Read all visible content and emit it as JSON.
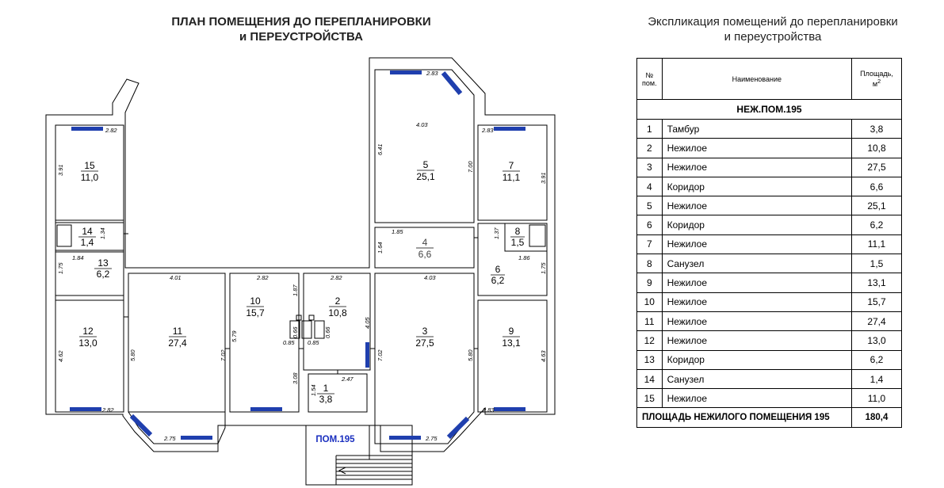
{
  "plan": {
    "title_line1": "ПЛАН ПОМЕЩЕНИЯ ДО ПЕРЕПЛАНИРОВКИ",
    "title_line2": "и ПЕРЕУСТРОЙСТВА",
    "entrance_label": "ПОМ.195",
    "rooms": [
      {
        "id": "15",
        "area": "11,0"
      },
      {
        "id": "14",
        "area": "1,4"
      },
      {
        "id": "13",
        "area": "6,2"
      },
      {
        "id": "12",
        "area": "13,0"
      },
      {
        "id": "11",
        "area": "27,4"
      },
      {
        "id": "10",
        "area": "15,7"
      },
      {
        "id": "2",
        "area": "10,8"
      },
      {
        "id": "1",
        "area": "3,8"
      },
      {
        "id": "5",
        "area": "25,1"
      },
      {
        "id": "4",
        "area": "6,6"
      },
      {
        "id": "3",
        "area": "27,5"
      },
      {
        "id": "7",
        "area": "11,1"
      },
      {
        "id": "8",
        "area": "1,5"
      },
      {
        "id": "6",
        "area": "6,2"
      },
      {
        "id": "9",
        "area": "13,1"
      }
    ],
    "dimensions": [
      "2.82",
      "3.91",
      "1.34",
      "1.84",
      "1.75",
      "4.62",
      "2.82",
      "4.01",
      "5.80",
      "7.02",
      "2.75",
      "2.82",
      "5.79",
      "1.87",
      "0.66",
      "0.85",
      "3.08",
      "2.82",
      "0.66",
      "0.85",
      "4.05",
      "2.47",
      "1.54",
      "2.83",
      "4.03",
      "6.41",
      "7.00",
      "1.85",
      "1.64",
      "4.03",
      "7.02",
      "5.80",
      "2.75",
      "2.83",
      "3.91",
      "1.37",
      "1.86",
      "1.75",
      "2.83",
      "4.63"
    ]
  },
  "explication": {
    "title_line1": "Экспликация помещений до перепланировки",
    "title_line2": "и переустройства",
    "col_num_line1": "№",
    "col_num_line2": "пом.",
    "col_name": "Наименование",
    "col_area_line1": "Площадь,",
    "col_area_line2": "м",
    "col_area_sup": "2",
    "section": "НЕЖ.ПОМ.195",
    "rows": [
      {
        "num": "1",
        "name": "Тамбур",
        "area": "3,8"
      },
      {
        "num": "2",
        "name": "Нежилое",
        "area": "10,8"
      },
      {
        "num": "3",
        "name": "Нежилое",
        "area": "27,5"
      },
      {
        "num": "4",
        "name": "Коридор",
        "area": "6,6"
      },
      {
        "num": "5",
        "name": "Нежилое",
        "area": "25,1"
      },
      {
        "num": "6",
        "name": "Коридор",
        "area": "6,2"
      },
      {
        "num": "7",
        "name": "Нежилое",
        "area": "11,1"
      },
      {
        "num": "8",
        "name": "Санузел",
        "area": "1,5"
      },
      {
        "num": "9",
        "name": "Нежилое",
        "area": "13,1"
      },
      {
        "num": "10",
        "name": "Нежилое",
        "area": "15,7"
      },
      {
        "num": "11",
        "name": "Нежилое",
        "area": "27,4"
      },
      {
        "num": "12",
        "name": "Нежилое",
        "area": "13,0"
      },
      {
        "num": "13",
        "name": "Коридор",
        "area": "6,2"
      },
      {
        "num": "14",
        "name": "Санузел",
        "area": "1,4"
      },
      {
        "num": "15",
        "name": "Нежилое",
        "area": "11,0"
      }
    ],
    "total_label": "ПЛОЩАДЬ НЕЖИЛОГО ПОМЕЩЕНИЯ 195",
    "total_value": "180,4"
  },
  "colors": {
    "window": "#1f3fae",
    "entrance_label": "#1a2fbf",
    "wall": "#000000"
  }
}
